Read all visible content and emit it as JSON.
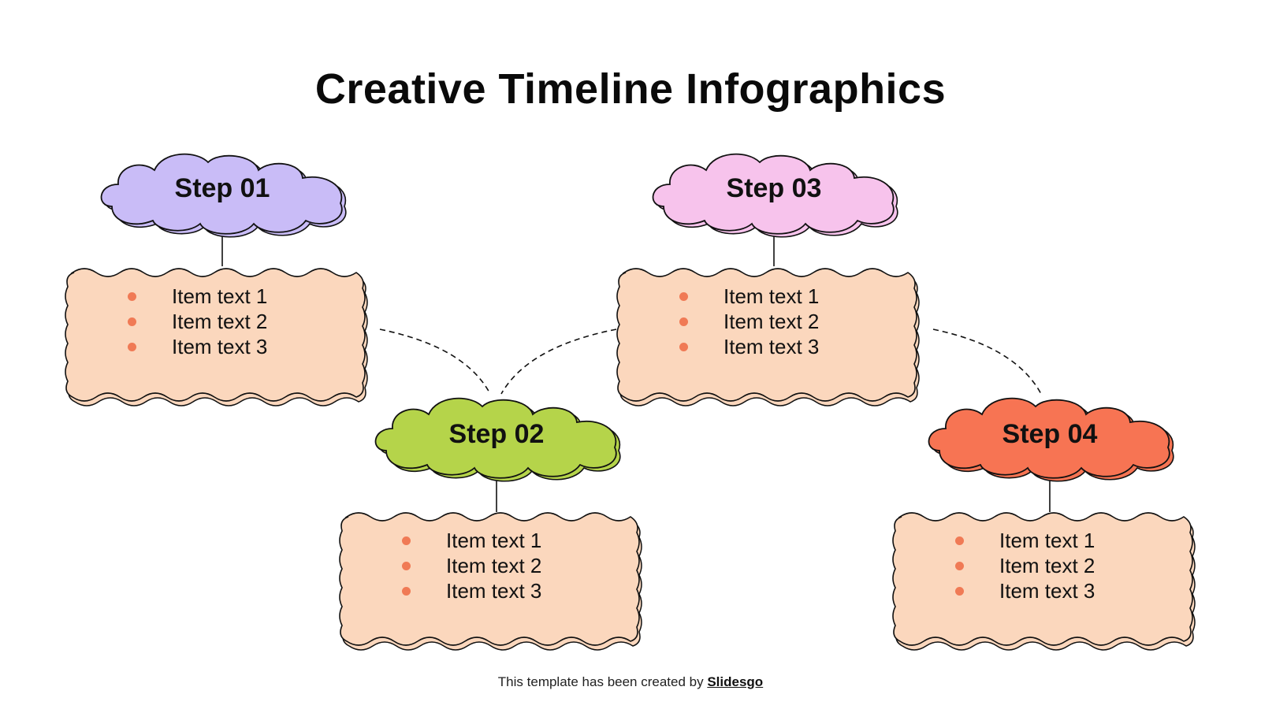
{
  "slide": {
    "title": "Creative Timeline Infographics",
    "footer": {
      "prefix": "This template has been created by ",
      "link_label": "Slidesgo"
    }
  },
  "colors": {
    "box_fill": "#fbd7bd",
    "bullet": "#f07a55",
    "outline": "#111111"
  },
  "steps": [
    {
      "label": "Step 01",
      "cloud_color": "#c9bcf7",
      "items": [
        "Item text 1",
        "Item text 2",
        "Item text 3"
      ]
    },
    {
      "label": "Step 02",
      "cloud_color": "#b5d44a",
      "items": [
        "Item text 1",
        "Item text 2",
        "Item text 3"
      ]
    },
    {
      "label": "Step 03",
      "cloud_color": "#f7c3ec",
      "items": [
        "Item text 1",
        "Item text 2",
        "Item text 3"
      ]
    },
    {
      "label": "Step 04",
      "cloud_color": "#f77453",
      "items": [
        "Item text 1",
        "Item text 2",
        "Item text 3"
      ]
    }
  ]
}
